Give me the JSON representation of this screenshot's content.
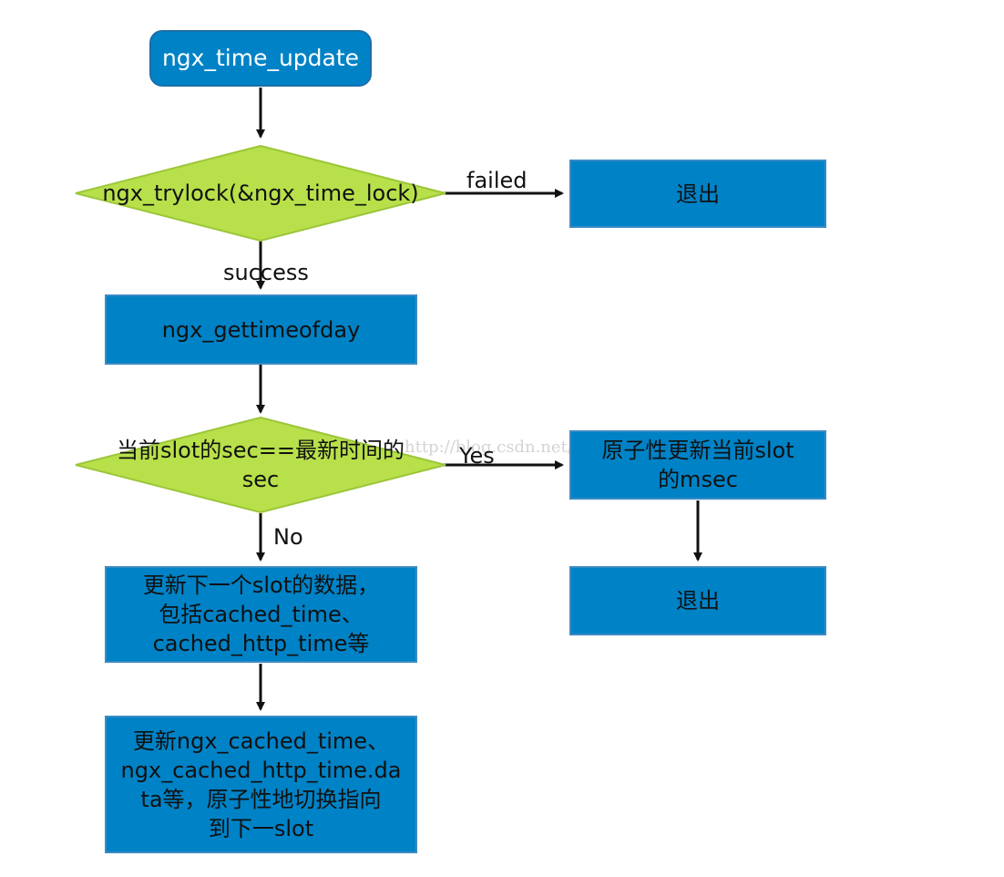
{
  "nodes": {
    "start": "ngx_time_update",
    "trylock": "ngx_trylock(&ngx_time_lock)",
    "exit_1": "退出",
    "gettimeofday": "ngx_gettimeofday",
    "check_sec": "当前slot的sec==最新时间的\nsec",
    "update_msec": "原子性更新当前slot\n的msec",
    "exit_2": "退出",
    "update_next_slot": "更新下一个slot的数据，\n包括cached_time、\ncached_http_time等",
    "switch_pointers": "更新ngx_cached_time、\nngx_cached_http_time.da\nta等，原子性地切换指向\n到下一slot"
  },
  "edges": {
    "failed": "failed",
    "success": "success",
    "yes": "Yes",
    "no": "No"
  },
  "watermark": "http://blog.csdn.net/xhjcehust",
  "colors": {
    "box_fill": "#0082c6",
    "diamond_fill": "#b8e04a",
    "arrow": "#111111"
  }
}
